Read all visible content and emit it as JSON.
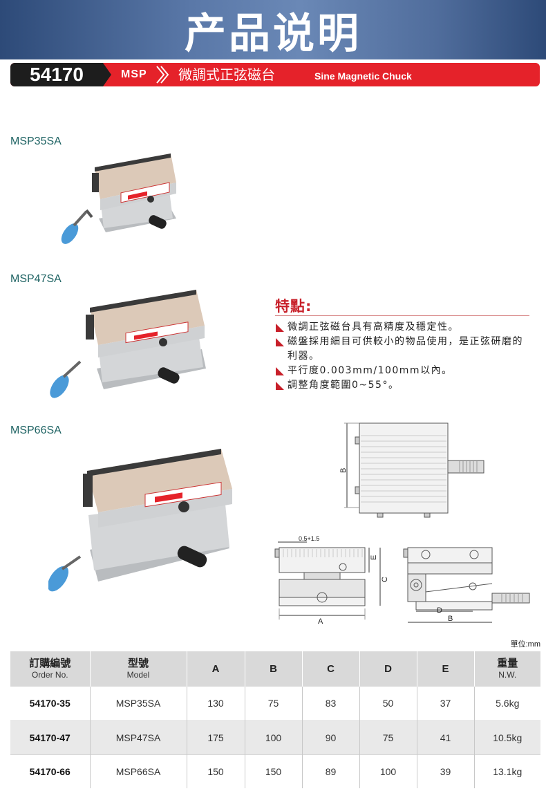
{
  "banner": {
    "title": "产品说明"
  },
  "product_bar": {
    "code": "54170",
    "series": "MSP",
    "name_cn": "微調式正弦磁台",
    "name_en": "Sine Magnetic Chuck"
  },
  "models": {
    "m35": "MSP35SA",
    "m47": "MSP47SA",
    "m66": "MSP66SA"
  },
  "features": {
    "title": "特點:",
    "items": [
      "微調正弦磁台具有高精度及穩定性。",
      "磁盤採用細目可供較小的物品使用，是正弦研磨的利器。",
      "平行度0.003mm/100mm以內。",
      "調整角度範圍0~55°。"
    ]
  },
  "drawing": {
    "label_b_side": "B",
    "label_gap": "0.5+1.5",
    "label_e": "E",
    "label_c": "C",
    "label_a": "A",
    "label_d": "D",
    "label_b_bottom": "B"
  },
  "unit": "單位:mm",
  "table": {
    "headers": [
      {
        "cn": "訂購編號",
        "en": "Order No."
      },
      {
        "cn": "型號",
        "en": "Model"
      },
      {
        "cn": "A",
        "en": ""
      },
      {
        "cn": "B",
        "en": ""
      },
      {
        "cn": "C",
        "en": ""
      },
      {
        "cn": "D",
        "en": ""
      },
      {
        "cn": "E",
        "en": ""
      },
      {
        "cn": "重量",
        "en": "N.W."
      }
    ],
    "rows": [
      [
        "54170-35",
        "MSP35SA",
        "130",
        "75",
        "83",
        "50",
        "37",
        "5.6kg"
      ],
      [
        "54170-47",
        "MSP47SA",
        "175",
        "100",
        "90",
        "75",
        "41",
        "10.5kg"
      ],
      [
        "54170-66",
        "MSP66SA",
        "150",
        "150",
        "89",
        "100",
        "39",
        "13.1kg"
      ]
    ]
  },
  "colors": {
    "accent_red": "#e5222a",
    "banner_blue": "#506d9c",
    "model_teal": "#1d6262"
  }
}
